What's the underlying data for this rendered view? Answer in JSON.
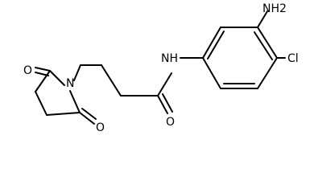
{
  "molecule": {
    "atoms": {
      "nh2": "NH2",
      "nh": "NH",
      "cl": "Cl",
      "o_imide_top": "O",
      "o_imide_bottom": "O",
      "o_amide": "O",
      "n_ring": "N"
    }
  }
}
